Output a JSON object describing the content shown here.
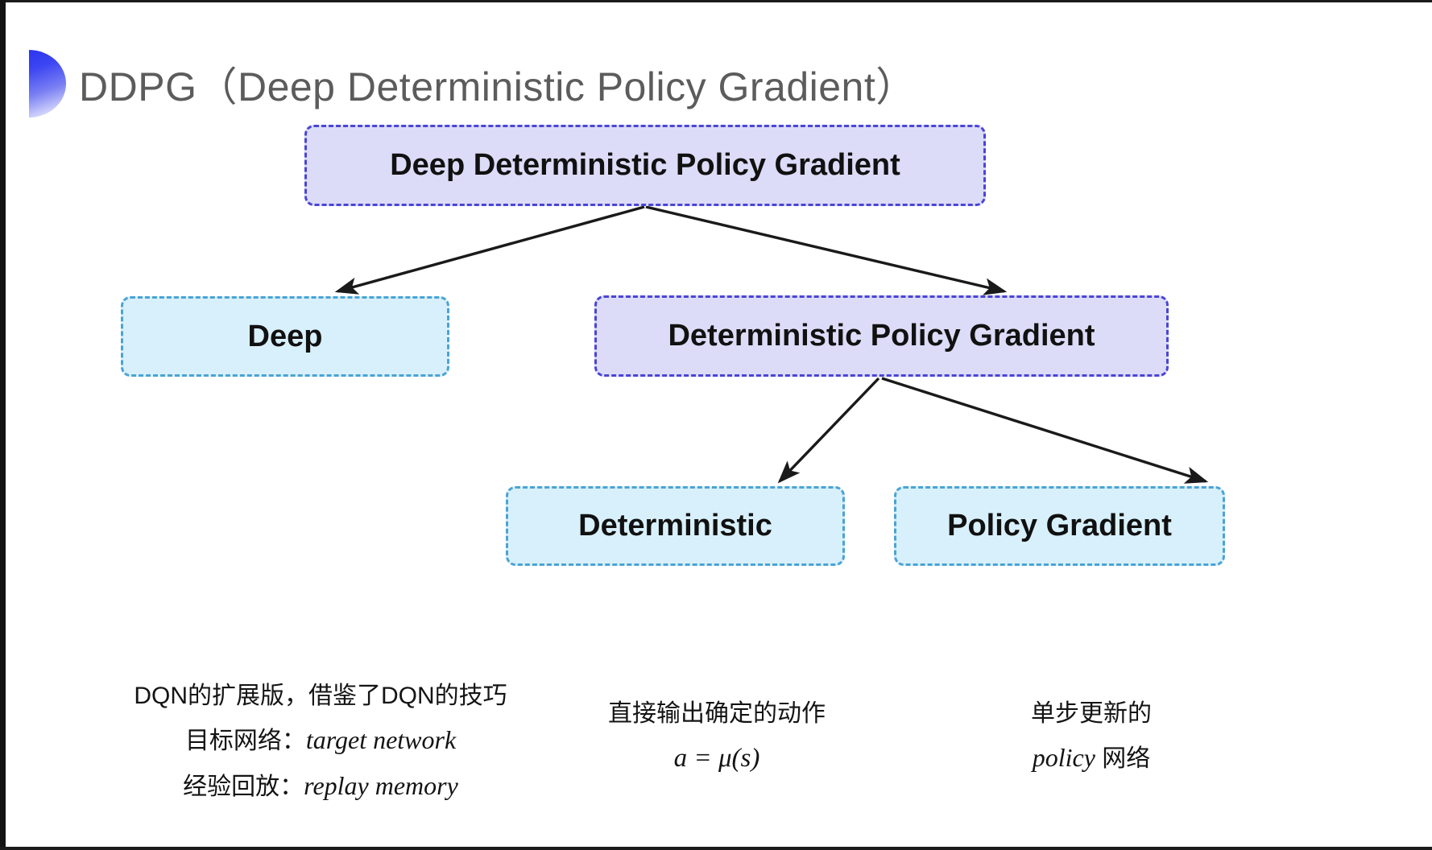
{
  "slide": {
    "title": "DDPG（Deep Deterministic Policy Gradient）",
    "bullet_icon": "half-circle-gradient-icon",
    "title_color": "#5c5c5c",
    "background": "#ffffff"
  },
  "theme": {
    "purple_fill": "#dcdcf8",
    "purple_border": "#4a45d6",
    "cyan_fill": "#d8f0fb",
    "cyan_border": "#4ba3d3",
    "connector_color": "#1a1a1a",
    "text_color": "#111111"
  },
  "diagram": {
    "type": "tree",
    "nodes": {
      "root": {
        "label": "Deep Deterministic Policy Gradient",
        "style": "purple"
      },
      "deep": {
        "label": "Deep",
        "style": "cyan"
      },
      "dpg": {
        "label": "Deterministic Policy Gradient",
        "style": "purple"
      },
      "det": {
        "label": "Deterministic",
        "style": "cyan"
      },
      "pg": {
        "label": "Policy Gradient",
        "style": "cyan"
      }
    },
    "edges": [
      {
        "from": "root",
        "to": "deep"
      },
      {
        "from": "root",
        "to": "dpg"
      },
      {
        "from": "dpg",
        "to": "det"
      },
      {
        "from": "dpg",
        "to": "pg"
      }
    ]
  },
  "notes": {
    "deep": {
      "line1": "DQN的扩展版，借鉴了DQN的技巧",
      "line2_label": "目标网络：",
      "line2_term": "target network",
      "line3_label": "经验回放：",
      "line3_term": "replay memory"
    },
    "deterministic": {
      "line1": "直接输出确定的动作",
      "formula": "a = μ(s)"
    },
    "policy_gradient": {
      "line1": "单步更新的",
      "line2_term": "policy",
      "line2_suffix": " 网络"
    }
  }
}
